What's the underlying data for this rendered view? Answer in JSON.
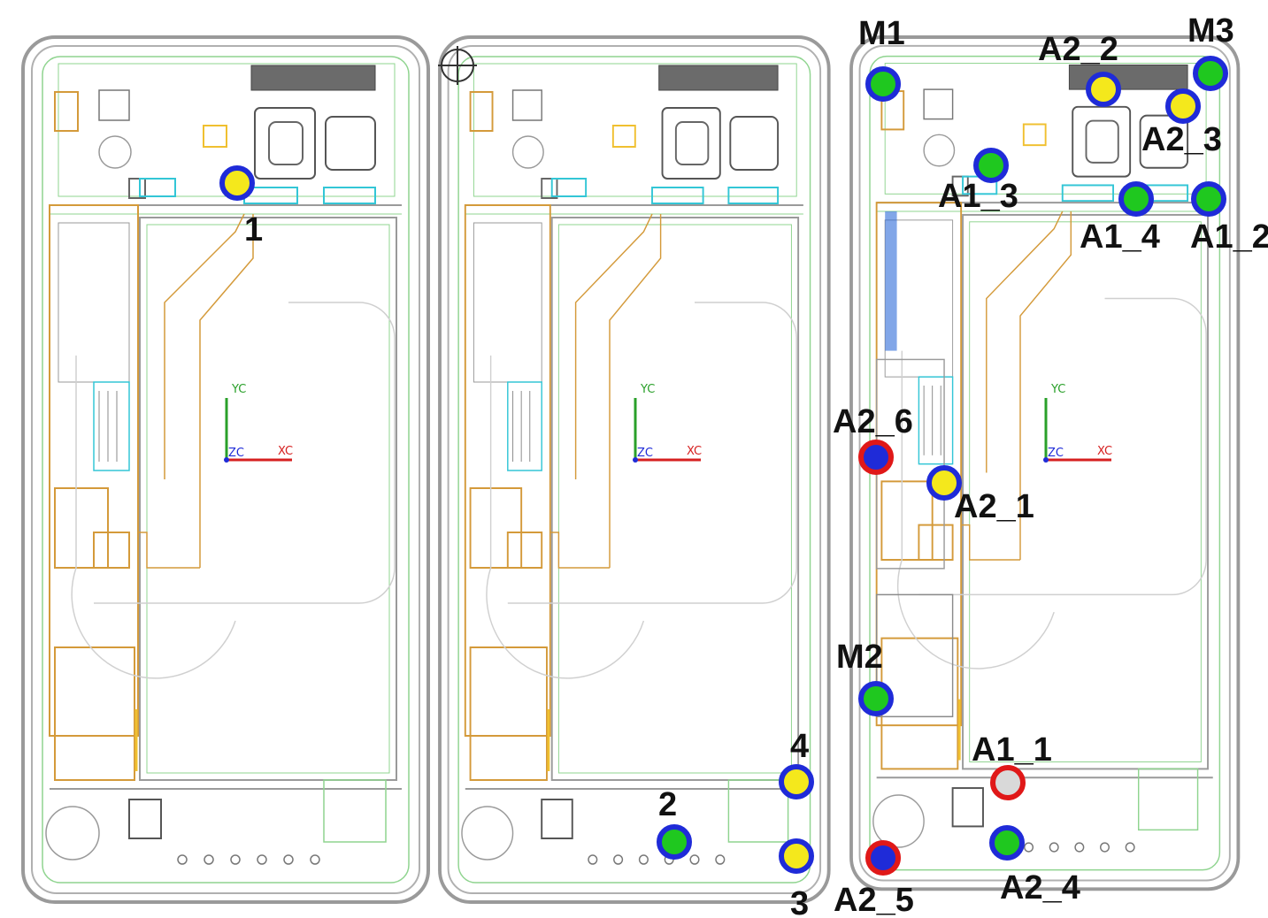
{
  "colors": {
    "outline": "#8c8c8c",
    "green_trace": "#7fd07f",
    "orange_trace": "#d49a3a",
    "yellow_trace": "#f0c030",
    "cyan_trace": "#33c6d6",
    "marker_blue_ring": "#1f2bd8",
    "marker_red_ring": "#e01818",
    "fill_yellow": "#f4e81c",
    "fill_green": "#1fc81f",
    "fill_blue": "#1f2bd8",
    "fill_grey": "#d9d9d9"
  },
  "axes": {
    "y_label": "YC",
    "x_label": "XC",
    "z_label": "ZC"
  },
  "panels": [
    {
      "id": "left",
      "markers": [
        {
          "label": "1",
          "fill": "yellow",
          "ring": "blue"
        }
      ]
    },
    {
      "id": "middle",
      "markers": [
        {
          "label": "2",
          "fill": "green",
          "ring": "blue"
        },
        {
          "label": "3",
          "fill": "yellow",
          "ring": "blue"
        },
        {
          "label": "4",
          "fill": "yellow",
          "ring": "blue"
        }
      ]
    },
    {
      "id": "right",
      "markers": [
        {
          "label": "M1",
          "fill": "green",
          "ring": "blue"
        },
        {
          "label": "A2_2",
          "fill": "yellow",
          "ring": "blue"
        },
        {
          "label": "M3",
          "fill": "green",
          "ring": "blue"
        },
        {
          "label": "A2_3",
          "fill": "yellow",
          "ring": "blue"
        },
        {
          "label": "A1_3",
          "fill": "green",
          "ring": "blue"
        },
        {
          "label": "A1_4",
          "fill": "green",
          "ring": "blue"
        },
        {
          "label": "A1_2",
          "fill": "green",
          "ring": "blue"
        },
        {
          "label": "A2_6",
          "fill": "blue",
          "ring": "red"
        },
        {
          "label": "A2_1",
          "fill": "yellow",
          "ring": "blue"
        },
        {
          "label": "M2",
          "fill": "green",
          "ring": "blue"
        },
        {
          "label": "A1_1",
          "fill": "grey",
          "ring": "red"
        },
        {
          "label": "A2_5",
          "fill": "blue",
          "ring": "red"
        },
        {
          "label": "A2_4",
          "fill": "green",
          "ring": "blue"
        }
      ]
    }
  ]
}
